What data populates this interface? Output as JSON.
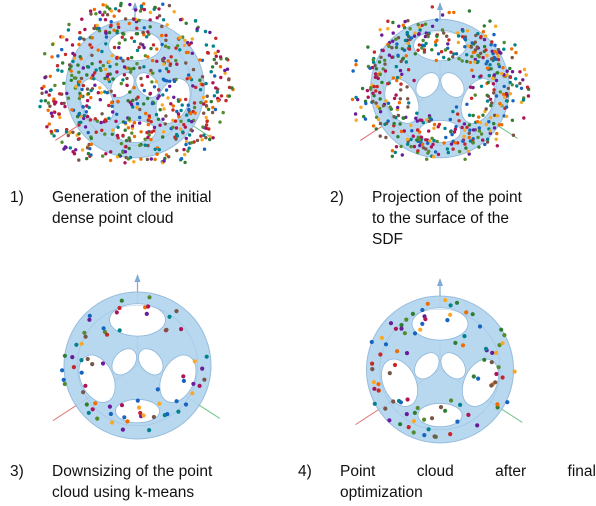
{
  "panels": [
    {
      "number": "1)",
      "caption_line1": "Generation of the initial",
      "caption_line2": "dense point cloud",
      "caption_line3": "",
      "variant": "dense"
    },
    {
      "number": "2)",
      "caption_line1": "Projection of the point",
      "caption_line2": "to the surface of the",
      "caption_line3": "SDF",
      "variant": "projected"
    },
    {
      "number": "3)",
      "caption_line1": "Downsizing of the point",
      "caption_line2": "cloud using k-means",
      "caption_line3": "",
      "variant": "sparse"
    },
    {
      "number": "4)",
      "caption_line1": "Point cloud after final",
      "caption_line2": "optimization",
      "caption_line3": "",
      "variant": "optimized"
    }
  ],
  "colors": {
    "shape_fill": "#b3d5ef",
    "shape_dark": "#8fb8da",
    "hole": "#ffffff",
    "axis_up": "#7fa9d6",
    "axis_left": "#e06d6d",
    "axis_right": "#6fc48a",
    "point_palette": [
      "#2e7d32",
      "#c62828",
      "#6a1b9a",
      "#ef6c00",
      "#1565c0",
      "#558b2f",
      "#ad1457",
      "#795548",
      "#00838f",
      "#f9a825"
    ]
  }
}
